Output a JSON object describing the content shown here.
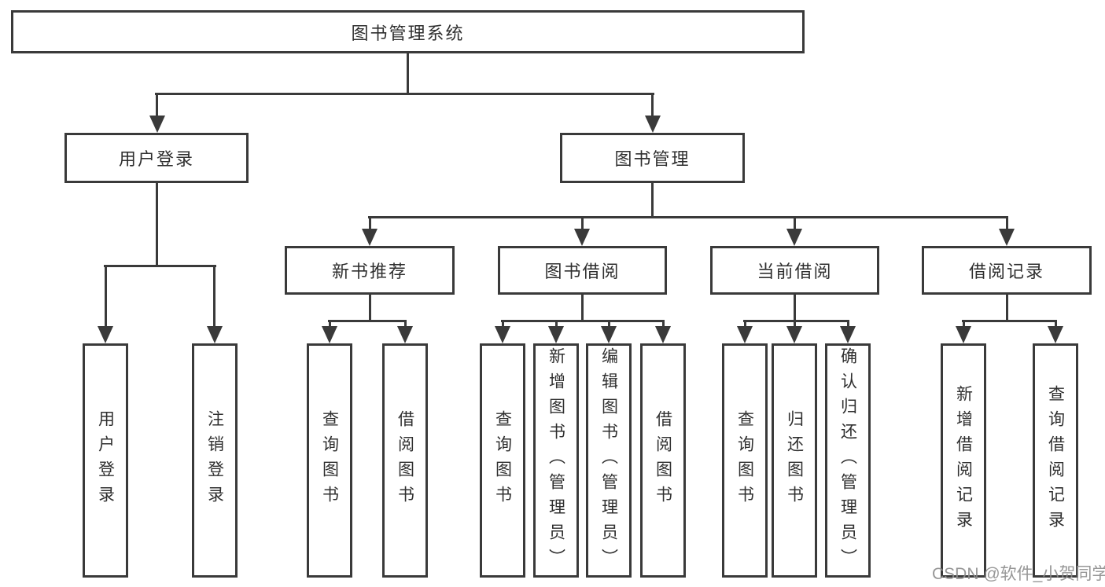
{
  "diagram": {
    "type": "hierarchy-tree",
    "root": {
      "label": "图书管理系统"
    },
    "level2": [
      {
        "label": "用户登录"
      },
      {
        "label": "图书管理"
      }
    ],
    "level3": [
      {
        "label": "新书推荐",
        "parent": "图书管理"
      },
      {
        "label": "图书借阅",
        "parent": "图书管理"
      },
      {
        "label": "当前借阅",
        "parent": "图书管理"
      },
      {
        "label": "借阅记录",
        "parent": "图书管理"
      }
    ],
    "leaves": [
      {
        "label": "用户登录",
        "parent": "用户登录"
      },
      {
        "label": "注销登录",
        "parent": "用户登录"
      },
      {
        "label": "查询图书",
        "parent": "新书推荐"
      },
      {
        "label": "借阅图书",
        "parent": "新书推荐"
      },
      {
        "label": "查询图书",
        "parent": "图书借阅"
      },
      {
        "label": "新增图书（管理员）",
        "parent": "图书借阅"
      },
      {
        "label": "编辑图书（管理员）",
        "parent": "图书借阅"
      },
      {
        "label": "借阅图书",
        "parent": "图书借阅"
      },
      {
        "label": "查询图书",
        "parent": "当前借阅"
      },
      {
        "label": "归还图书",
        "parent": "当前借阅"
      },
      {
        "label": "确认归还（管理员）",
        "parent": "当前借阅"
      },
      {
        "label": "新增借阅记录",
        "parent": "借阅记录"
      },
      {
        "label": "查询借阅记录",
        "parent": "借阅记录"
      }
    ]
  },
  "watermark": {
    "text": "CSDN @软件_小贺同学"
  },
  "colors": {
    "line": "#3a3a3a",
    "text": "#2f2f2f",
    "background": "#ffffff",
    "watermark": "#8e8e8e"
  }
}
